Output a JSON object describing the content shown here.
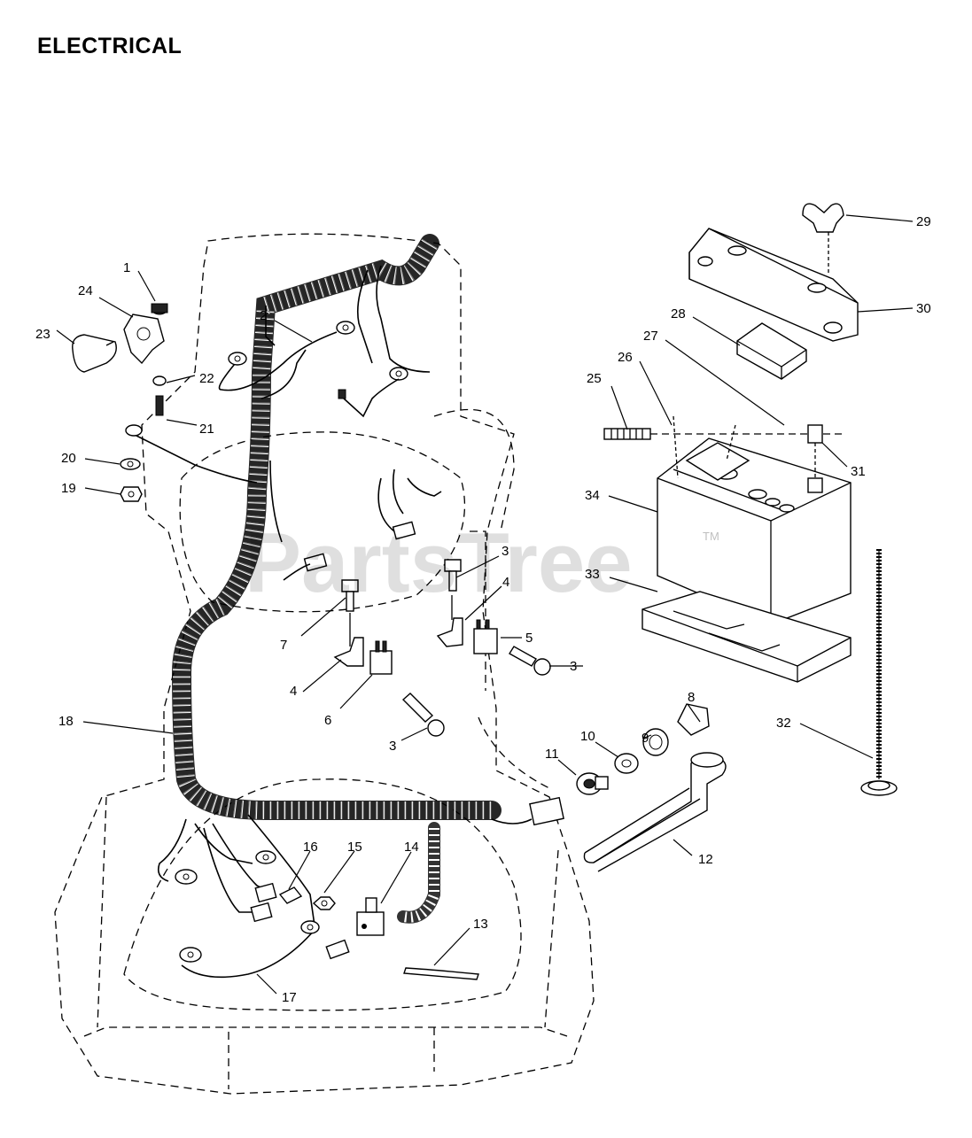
{
  "page": {
    "title": "ELECTRICAL",
    "watermark": "PartsTree",
    "watermark_tm": "TM"
  },
  "callouts": [
    {
      "id": "c1",
      "label": "1"
    },
    {
      "id": "c2",
      "label": "2"
    },
    {
      "id": "c3a",
      "label": "3"
    },
    {
      "id": "c3b",
      "label": "3"
    },
    {
      "id": "c3c",
      "label": "3"
    },
    {
      "id": "c4a",
      "label": "4"
    },
    {
      "id": "c4b",
      "label": "4"
    },
    {
      "id": "c5",
      "label": "5"
    },
    {
      "id": "c6",
      "label": "6"
    },
    {
      "id": "c7",
      "label": "7"
    },
    {
      "id": "c8",
      "label": "8"
    },
    {
      "id": "c9",
      "label": "9"
    },
    {
      "id": "c10",
      "label": "10"
    },
    {
      "id": "c11",
      "label": "11"
    },
    {
      "id": "c12",
      "label": "12"
    },
    {
      "id": "c13",
      "label": "13"
    },
    {
      "id": "c14",
      "label": "14"
    },
    {
      "id": "c15",
      "label": "15"
    },
    {
      "id": "c16",
      "label": "16"
    },
    {
      "id": "c17",
      "label": "17"
    },
    {
      "id": "c18",
      "label": "18"
    },
    {
      "id": "c19",
      "label": "19"
    },
    {
      "id": "c20",
      "label": "20"
    },
    {
      "id": "c21",
      "label": "21"
    },
    {
      "id": "c22",
      "label": "22"
    },
    {
      "id": "c23",
      "label": "23"
    },
    {
      "id": "c24",
      "label": "24"
    },
    {
      "id": "c25",
      "label": "25"
    },
    {
      "id": "c26",
      "label": "26"
    },
    {
      "id": "c27",
      "label": "27"
    },
    {
      "id": "c28",
      "label": "28"
    },
    {
      "id": "c29",
      "label": "29"
    },
    {
      "id": "c30",
      "label": "30"
    },
    {
      "id": "c31",
      "label": "31"
    },
    {
      "id": "c32",
      "label": "32"
    },
    {
      "id": "c33",
      "label": "33"
    },
    {
      "id": "c34",
      "label": "34"
    }
  ]
}
